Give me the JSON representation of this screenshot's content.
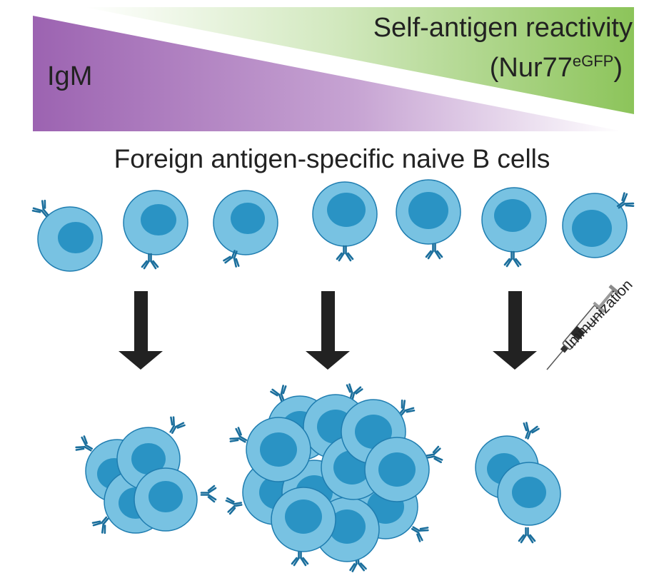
{
  "header": {
    "igm_label": "IgM",
    "reactivity_label": "Self-antigen reactivity",
    "reporter_label_base": "(Nur77",
    "reporter_label_sup": "eGFP",
    "reporter_label_close": ")"
  },
  "title": "Foreign antigen-specific naive B cells",
  "syringe_label": "Immunization",
  "colors": {
    "igm_gradient_start": "#9c63b1",
    "reactivity_gradient_end": "#8cc45a",
    "cell_fill": "#78c2e2",
    "nucleus_fill": "#2a93c4",
    "cell_outline": "#1f7db0",
    "antibody": "#1a6e9c",
    "arrow": "#222222"
  },
  "icons": [
    "b-cell-icon",
    "antibody-icon",
    "down-arrow-icon",
    "syringe-icon"
  ]
}
